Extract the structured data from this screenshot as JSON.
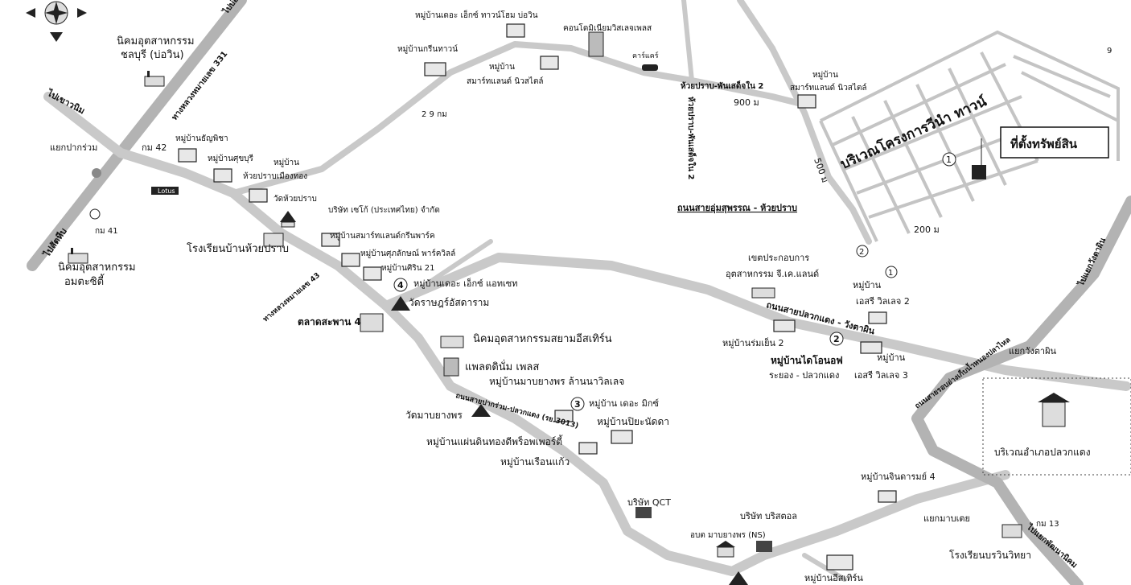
{
  "nav": {
    "compass_icon": "compass-icon",
    "arrows": [
      "arrow-left-icon",
      "arrow-right-icon",
      "arrow-down-icon"
    ]
  },
  "labels": {
    "ind_chonburi_1": "นิคมอุตสาหกรรม",
    "ind_chonburi_2": "ชลบุรี (บ่อวิน)",
    "hwy331": "ทางหลวงหมายเลข 331",
    "to_bowin": "ไปบ่อวิน",
    "to_sattahip": "ไปสัตหีบ",
    "to_chaoyom": "ไปเขาวนิม",
    "yaek_pak_ruam": "แยกปากร่วม",
    "km42": "กม 42",
    "km41": "กม 41",
    "ind_amata_1": "นิคมอุตสาหกรรม",
    "ind_amata_2": "อมตะซิตี้",
    "lotus": "Lotus",
    "mb_thanyapirom": "หมู่บ้านธัญพิชา",
    "mb_sukburi": "หมู่บ้านศุขบุรี",
    "mb_huaiprab_1": "หมู่บ้าน",
    "mb_huaiprab_2": "ห้วยปราบเมืองทอง",
    "wat_huaiprab": "วัดห้วยปราบ",
    "school_huaiprab": "โรงเรียนบ้านห้วยปราบ",
    "mb_greentown": "หมู่บ้านกรีนทาวน์",
    "mb_theexcent": "หมู่บ้านเดอะ เอ็กซ์ ทาวน์โฮม บ่อวิน",
    "condo": "คอนโดมิเนียมวิสเลจเพลส",
    "mb_smart_1": "หมู่บ้าน",
    "mb_smart_2": "สมาร์ทแลนด์ นิวสไตล์",
    "cartcare": "คาร์แคร์",
    "road29": "2 9 กม",
    "huaiprab_pantadeng": "ห้วยปราบ-พันเสด็จใน 2",
    "huaiprab_pantadeng_v": "ห้วยปราบ-พันเสด็จใน 2",
    "d900": "900 ม",
    "mb_smart_r1": "หมู่บ้าน",
    "mb_smart_r2": "สมาร์ทแลนด์ นิวสไตล์",
    "project_area": "บริเวณโครงการวีนำ ทาวน์",
    "property": "ที่ตั้งทรัพย์สิน",
    "d500": "500 ม",
    "d200": "200 ม",
    "road_um_huaiprab": "ถนนสายอุ่มสุพรรณ - ห้วยปราบ",
    "company_seiko": "บริษัท เซโก้ (ประเทศไทย) จำกัด",
    "mb_smart_greenpark": "หมู่บ้านสมาร์ทแลนด์กรีนพาร์ค",
    "mb_sukphiphat": "หมู่บ้านศุภลักษณ์ พาร์ควิลล์",
    "mb_sirin21": "หมู่บ้านศิริน 21",
    "mb_theexcent2": "หมู่บ้านเดอะ เอ็กซ์ แอทเซท",
    "wat_rat": "วัดราษฎร์อัสดาราม",
    "talad_sapan": "ตลาดสะพาน 4",
    "hwy43": "ทางหลวงหมายเลข 43",
    "ind_eastern": "นิคมอุตสาหกรรมสยามอีสเทิร์น",
    "plaza": "แพลตดินั่ม เพลส",
    "mb_maptaphut": "หมู่บ้านมาบยางพร ล้านนาวิลเลจ",
    "wat_mapyangphon": "วัดมาบยางพร",
    "road_pluak": "ถนนสายปากร่วม-ปลวกแดง (รย.3013)",
    "mb_theexcent3": "หมู่บ้าน เดอะ มิกซ์",
    "mb_piyanat": "หมู่บ้านปิยะนัดดา",
    "mb_paendin": "หมู่บ้านแผ่นดินทองดีพร็อพเพอร์ตี้",
    "mb_ruankaew": "หมู่บ้านเรือนแก้ว",
    "company_qct": "บริษัท QCT",
    "company_bs": "บริษัท บริสตอล",
    "obt": "อบต มาบยางพร (NS)",
    "mb_eastern": "หมู่บ้านอีสเทิร์น",
    "zone_gk_1": "เขตประกอบการ",
    "zone_gk_2": "อุตสาหกรรม จี.เค.แลนด์",
    "mb_rom_yen": "หมู่บ้านร่มเย็น 2",
    "mb_daionoff": "หมู่บ้านไดโอนอฟ",
    "rayong_pluak": "ระยอง - ปลวกแดง",
    "mb_esri2_1": "หมู่บ้าน",
    "mb_esri2_2": "เอสรี วิลเลจ 2",
    "mb_esri3_1": "หมู่บ้าน",
    "mb_esri3_2": "เอสรี วิลเลจ 3",
    "road_pluak_wangtaphin": "ถนนสายปลวกแดง - วังตาผิน",
    "yaek_wangtaphin": "แยกวังตาผิน",
    "road_ban_nong": "ถนนสายรอบอ่างเก็บน้ำหนองปลาไหล",
    "to_chachoengsao": "ไปแยกวังตาผิน",
    "district_pluak": "บริเวณอำเภอปลวกแดง",
    "mb_jindarom": "หมู่บ้านจินดารมย์ 4",
    "yaek_mapyang": "แยกมาบเตย",
    "school_bornwit": "โรงเรียนบรวินวิทยา",
    "km13": "กม 13",
    "to_rayong": "ไปแยกพัฒนานิคม",
    "n1": "1",
    "n2": "2",
    "n3": "3",
    "n4": "4",
    "n1b": "1",
    "n2b": "2",
    "n9": "9"
  }
}
